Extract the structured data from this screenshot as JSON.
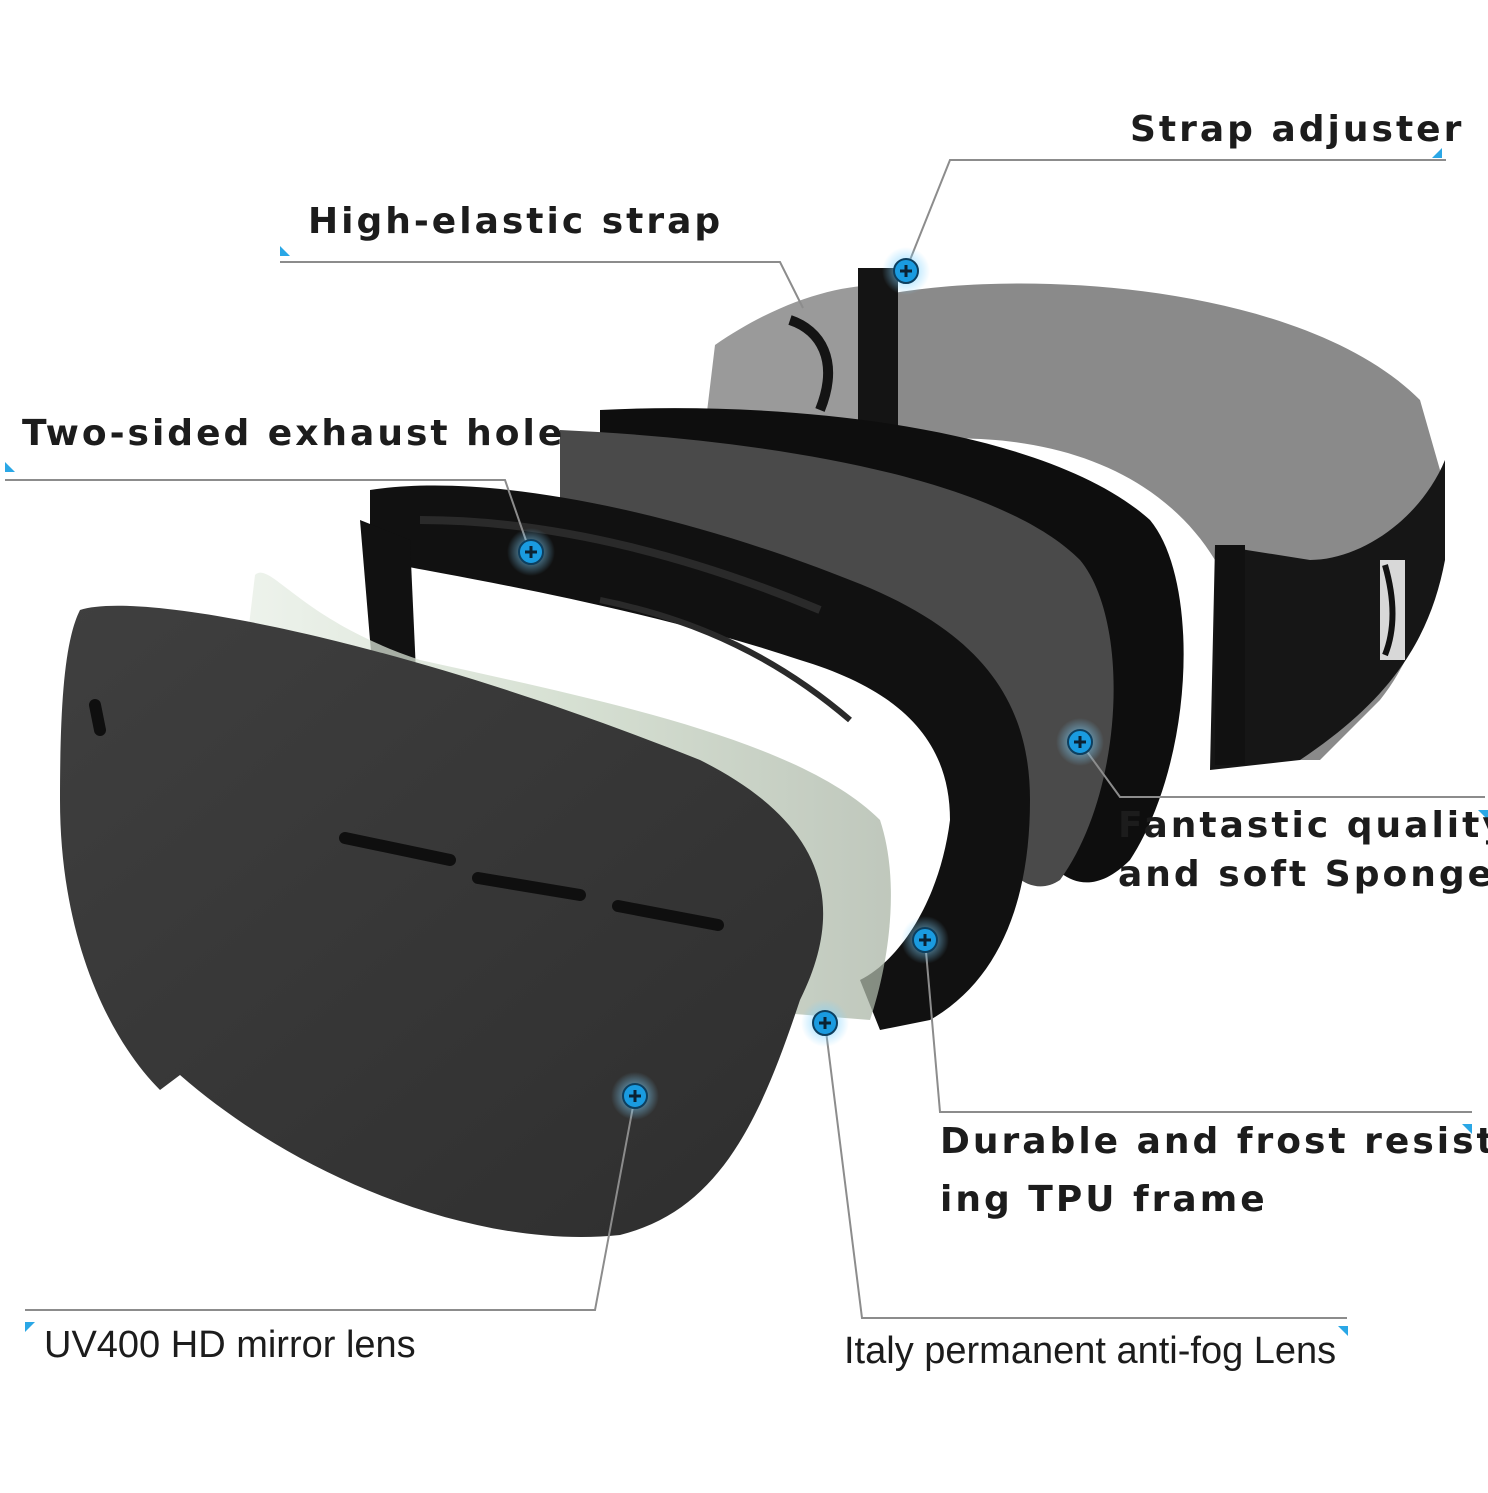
{
  "labels": {
    "strap_adjuster": "Strap adjuster",
    "high_elastic_strap": "High-elastic strap",
    "exhaust_hole": "Two-sided exhaust hole",
    "sponge_line1": "Fantastic quality",
    "sponge_line2": "and soft Sponge",
    "frame_line1": "Durable and frost resist-",
    "frame_line2": "ing TPU frame",
    "mirror_lens": "UV400 HD mirror lens",
    "antifog_lens": "Italy permanent anti-fog Lens"
  },
  "colors": {
    "callout_line": "#8c8c8c",
    "marker_fill": "#1a9be0",
    "marker_glow": "#7fd3ff",
    "accent_tick": "#2aa7e6",
    "lens_dark": "#3a3a3a",
    "frame_black": "#111111",
    "strap_gray": "#8a8a8a",
    "sponge_gray": "#4a4a4a"
  },
  "icons": [
    "plus-marker-icon"
  ]
}
